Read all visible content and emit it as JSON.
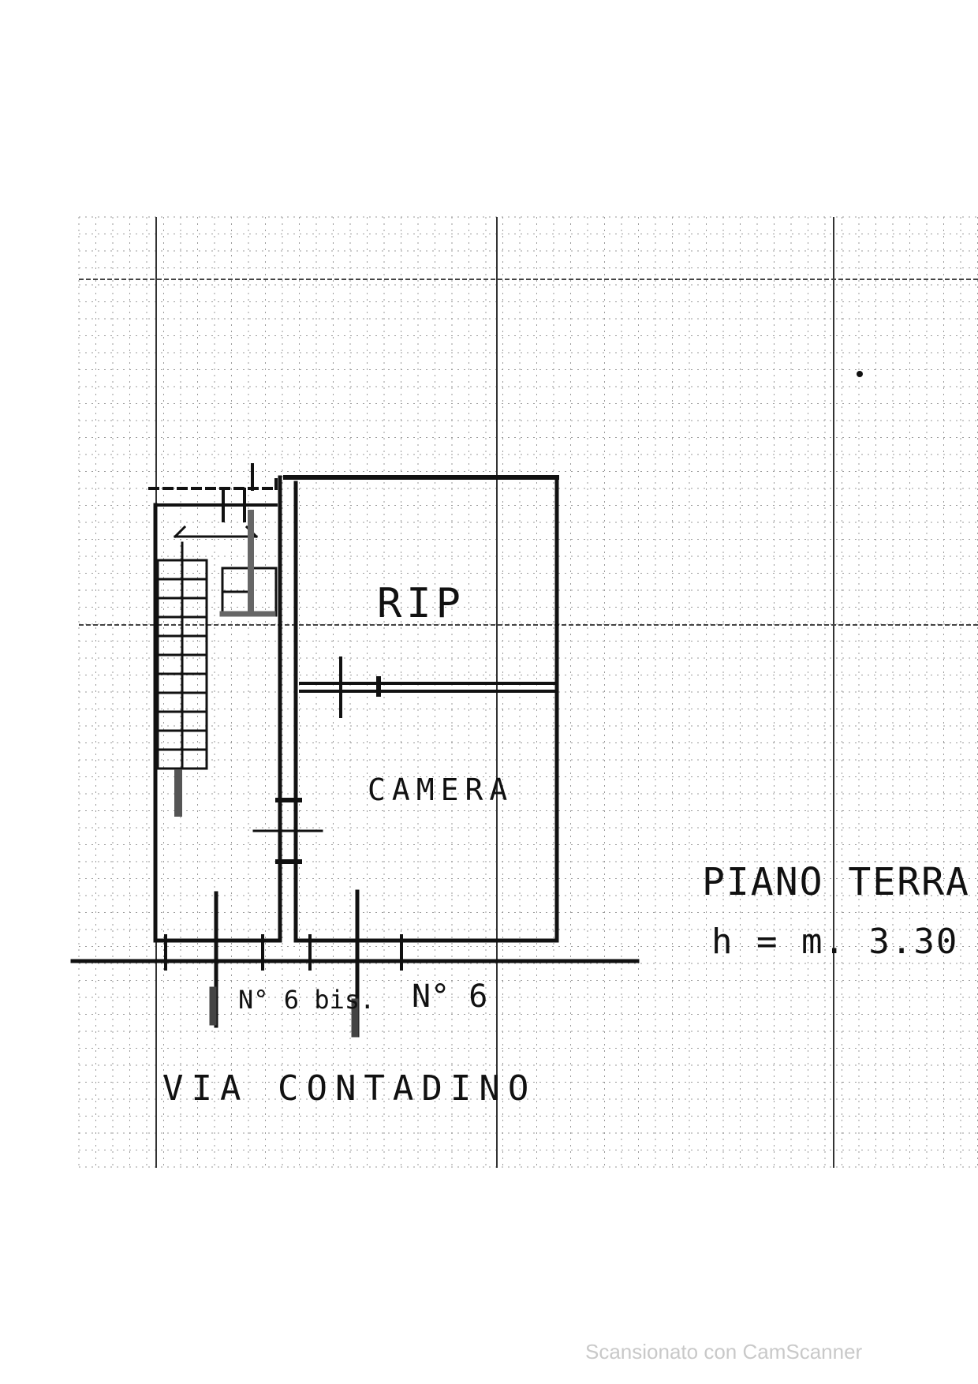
{
  "labels": {
    "rip": "RIP",
    "camera": "CAMERA",
    "piano_terra": "PIANO TERRA",
    "height": "h = m. 3.30",
    "civic_6bis": "N° 6 bis.",
    "civic_6": "N° 6",
    "street": "VIA CONTADINO"
  },
  "footer": {
    "scanner": "Scansionato con CamScanner"
  }
}
